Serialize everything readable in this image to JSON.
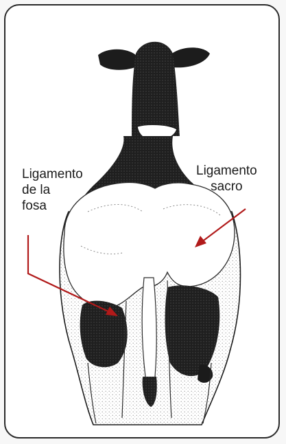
{
  "figure": {
    "labels": {
      "left": "Ligamento\nde la\nfosa",
      "right": "Ligamento\nsacro"
    },
    "colors": {
      "arrow": "#b11a1a",
      "ink": "#1b1b1b",
      "frame": "#2a2a2a"
    },
    "subject": "dairy-cow-rear-view"
  }
}
